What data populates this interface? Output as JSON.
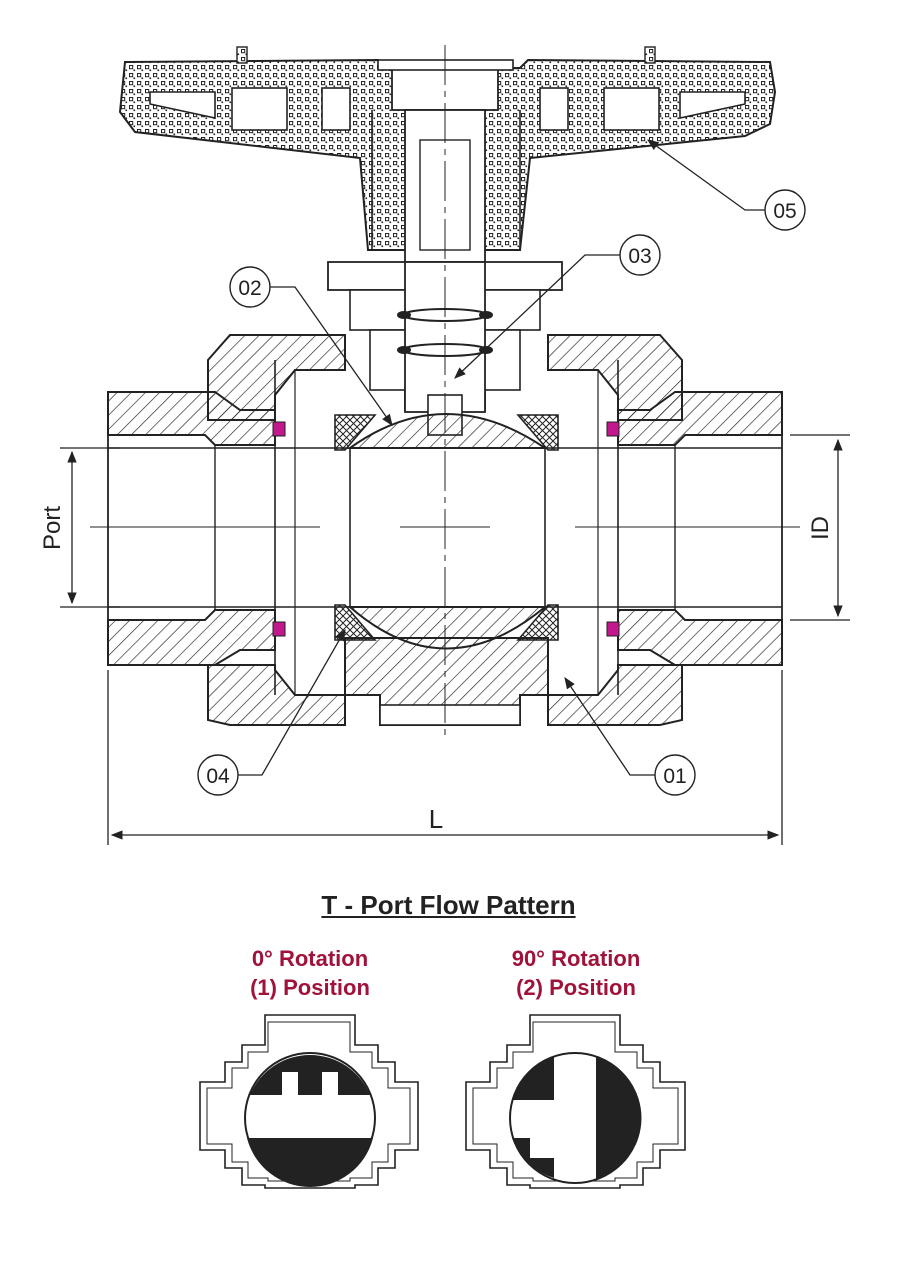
{
  "callouts": [
    {
      "id": "01",
      "label": "01"
    },
    {
      "id": "02",
      "label": "02"
    },
    {
      "id": "03",
      "label": "03"
    },
    {
      "id": "04",
      "label": "04"
    },
    {
      "id": "05",
      "label": "05"
    }
  ],
  "dimensions": {
    "port": "Port",
    "id": "ID",
    "length": "L"
  },
  "flow_pattern": {
    "title": "T - Port Flow Pattern",
    "positions": [
      {
        "rotation": "0° Rotation",
        "position": "(1) Position"
      },
      {
        "rotation": "90° Rotation",
        "position": "(2) Position"
      }
    ]
  },
  "colors": {
    "line": "#222222",
    "seal": "#c2188b",
    "accent_text": "#a0123a"
  }
}
